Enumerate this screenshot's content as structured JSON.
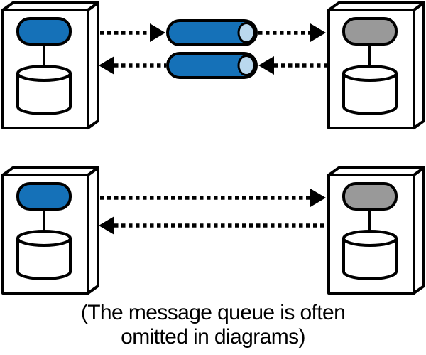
{
  "colors": {
    "service_accent_blue": "#1571b8",
    "service_accent_gray": "#999999",
    "queue_body": "#1571b8",
    "queue_end": "#bad8ee",
    "outline": "#000000",
    "background": "#ffffff"
  },
  "figure": {
    "type": "architecture-diagram",
    "rows": [
      {
        "name": "with-message-queue",
        "left_node": "service-box with blue pill and database cylinder",
        "right_node": "service-box with gray pill and database cylinder",
        "middle": "two message-queue pipes (blue cylinders)",
        "flows": [
          "left-to-right via top queue",
          "right-to-left via bottom queue"
        ]
      },
      {
        "name": "without-message-queue",
        "left_node": "service-box with blue pill and database cylinder",
        "right_node": "service-box with gray pill and database cylinder",
        "flows": [
          "left-to-right dotted arrow",
          "right-to-left dotted arrow"
        ]
      }
    ]
  },
  "caption": {
    "line1": "(The message queue is often",
    "line2": "omitted in diagrams)"
  }
}
